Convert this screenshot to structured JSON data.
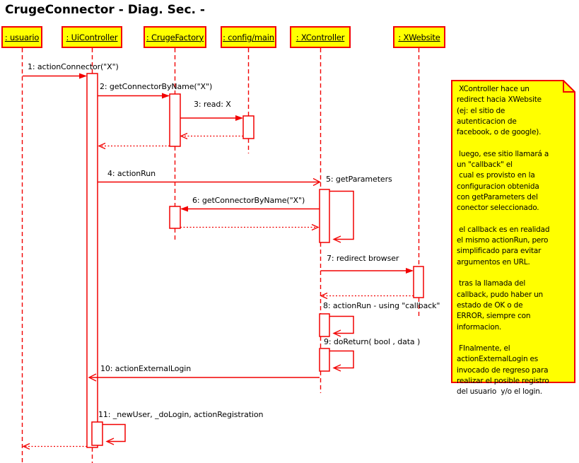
{
  "title": "CrugeConnector - Diag. Sec. -",
  "diagram_kind": "uml-sequence-diagram",
  "lifelines": [
    {
      "id": "usuario",
      "label": ": usuario"
    },
    {
      "id": "uicontroller",
      "label": ": UiController"
    },
    {
      "id": "crugefactory",
      "label": ": CrugeFactory"
    },
    {
      "id": "configmain",
      "label": ": config/main"
    },
    {
      "id": "xcontroller",
      "label": ": XController"
    },
    {
      "id": "xwebsite",
      "label": ": XWebsite"
    }
  ],
  "messages": [
    {
      "seq": "1",
      "label": "1: actionConnector(\"X\")",
      "from": "usuario",
      "to": "uicontroller",
      "type": "call"
    },
    {
      "seq": "2",
      "label": "2: getConnectorByName(\"X\")",
      "from": "uicontroller",
      "to": "crugefactory",
      "type": "call"
    },
    {
      "seq": "3",
      "label": "3: read: X",
      "from": "crugefactory",
      "to": "configmain",
      "type": "call"
    },
    {
      "seq": "4",
      "label": "4: actionRun",
      "from": "uicontroller",
      "to": "xcontroller",
      "type": "call"
    },
    {
      "seq": "5",
      "label": "5: getParameters",
      "from": "xcontroller",
      "to": "xcontroller",
      "type": "self"
    },
    {
      "seq": "6",
      "label": "6: getConnectorByName(\"X\")",
      "from": "xcontroller",
      "to": "crugefactory",
      "type": "call"
    },
    {
      "seq": "7",
      "label": "7: redirect browser",
      "from": "xcontroller",
      "to": "xwebsite",
      "type": "call"
    },
    {
      "seq": "8",
      "label": "8: actionRun - using \"callback\"",
      "from": "xcontroller",
      "to": "xcontroller",
      "type": "self"
    },
    {
      "seq": "9",
      "label": "9: doReturn( bool , data )",
      "from": "xcontroller",
      "to": "xcontroller",
      "type": "self"
    },
    {
      "seq": "10",
      "label": "10: actionExternalLogin",
      "from": "xcontroller",
      "to": "uicontroller",
      "type": "call"
    },
    {
      "seq": "11",
      "label": "11: _newUser, _doLogin, actionRegistration",
      "from": "uicontroller",
      "to": "uicontroller",
      "type": "self"
    }
  ],
  "note": {
    "text": " XController hace un\nredirect hacia XWebsite\n(ej: el sitio de\nautenticacion de\nfacebook, o de google).\n\n luego, ese sitio llamará a\nun \"callback\" el\n cual es provisto en la\nconfiguracion obtenida\ncon getParameters del\nconector seleccionado.\n\n el callback es en realidad\nel mismo actionRun, pero\nsimplificado para evitar\nargumentos en URL.\n\n tras la llamada del\ncallback, pudo haber un\nestado de OK o de\nERROR, siempre con\ninformacion.\n\n FInalmente, el\nactionExternalLogin es\ninvocado de regreso para\nrealizar el posible registro\ndel usuario  y/o el login."
  },
  "colors": {
    "line": "#f20000",
    "box_fill": "#ffff00",
    "note_fill": "#ffff00",
    "text": "#000000",
    "background": "#ffffff"
  }
}
